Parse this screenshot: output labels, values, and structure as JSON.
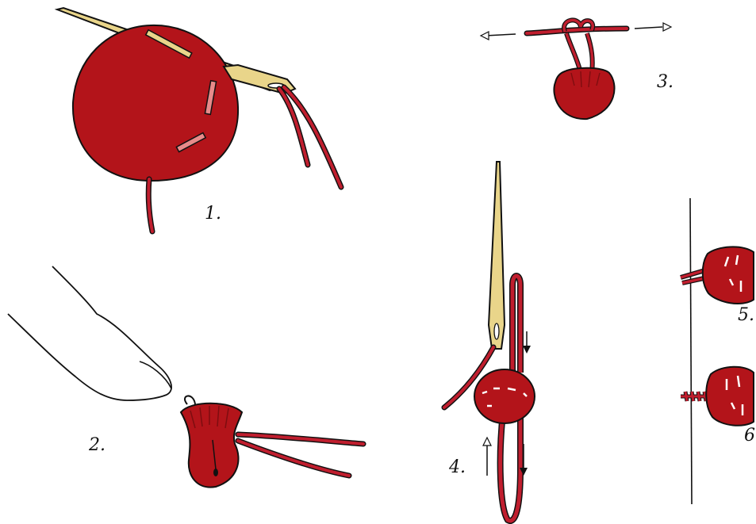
{
  "steps": [
    {
      "number": "1.",
      "subject": "fabric circle with running stitch and needle"
    },
    {
      "number": "2.",
      "subject": "finger holding gathered fabric pouch"
    },
    {
      "number": "3.",
      "subject": "thread pulled tight in both directions"
    },
    {
      "number": "4.",
      "subject": "needle passing thread through button"
    },
    {
      "number": "5.",
      "subject": "button placed against fabric"
    },
    {
      "number": "6",
      "subject": "thread wrapped to form shank"
    }
  ],
  "colors": {
    "fabric": "#b3141a",
    "fabric_dark": "#7e0d10",
    "thread": "#c01e2e",
    "needle": "#e9d58a",
    "outline": "#111111",
    "stitch": "#e88a8a",
    "background": "#ffffff"
  }
}
